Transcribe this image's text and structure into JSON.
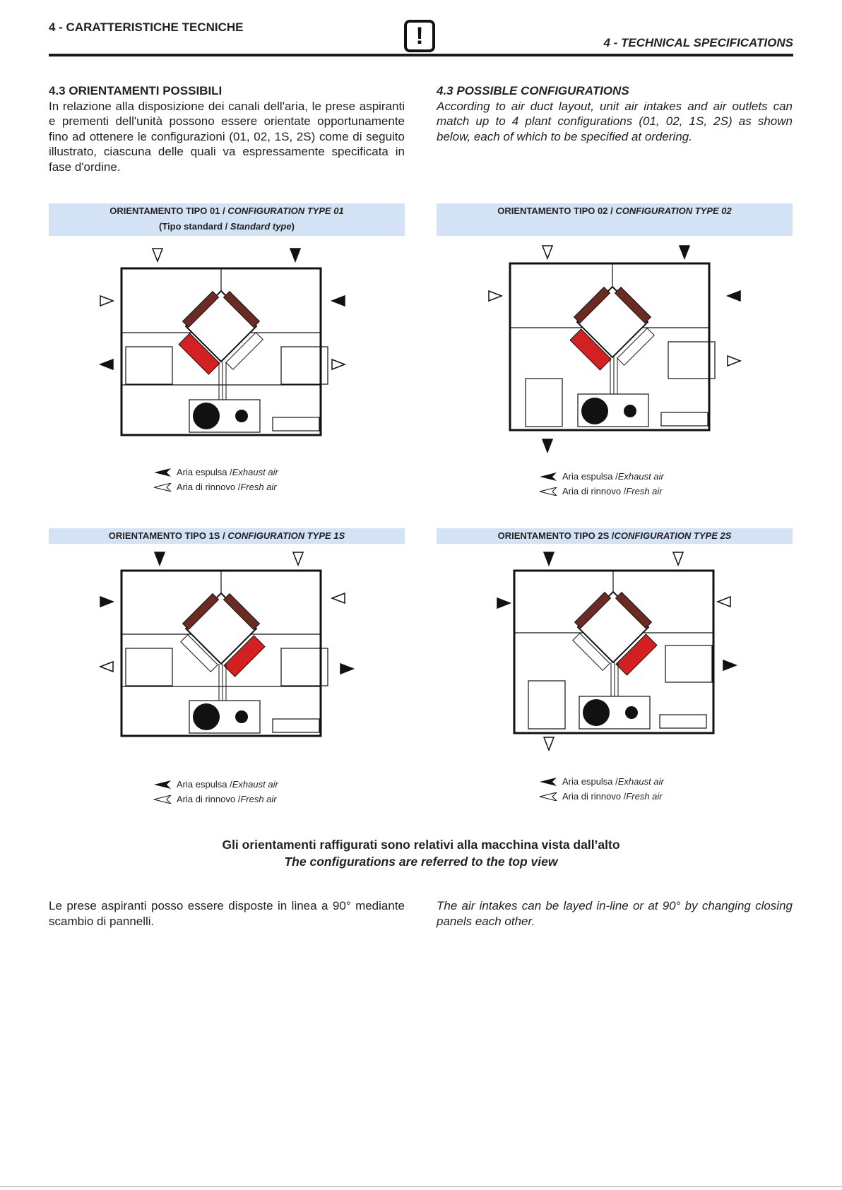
{
  "header": {
    "left": "4 - CARATTERISTICHE TECNICHE",
    "right": "4 - TECHNICAL SPECIFICATIONS",
    "warning_icon": "exclamation-icon"
  },
  "intro": {
    "it_title": "4.3 ORIENTAMENTI POSSIBILI",
    "it_body": "In relazione alla disposizione dei canali dell'aria, le prese aspiranti e prementi dell'unità possono essere orientate opportunamente fino ad ottenere le configurazioni (01, 02, 1S, 2S) come di seguito illustrato, ciascuna delle quali va espressamente specificata in fase d'ordine.",
    "en_title": "4.3 POSSIBLE CONFIGURATIONS",
    "en_body": "According to air duct layout, unit air intakes and air outlets can match up to 4 plant configurations (01, 02, 1S, 2S) as shown below, each of which to be specified at ordering."
  },
  "configs": [
    {
      "it": "ORIENTAMENTO TIPO 01 / ",
      "en": "CONFIGURATION TYPE 01",
      "sub_it": "(Tipo standard / ",
      "sub_en": "Standard type",
      "sub_close": ")"
    },
    {
      "it": "ORIENTAMENTO TIPO 02 / ",
      "en": "CONFIGURATION TYPE 02"
    },
    {
      "it": "ORIENTAMENTO TIPO 1S / ",
      "en": "CONFIGURATION TYPE 1S"
    },
    {
      "it": "ORIENTAMENTO TIPO 2S /",
      "en": "CONFIGURATION TYPE 2S"
    }
  ],
  "legend": {
    "exhaust_it": "Aria espulsa / ",
    "exhaust_en": "Exhaust air",
    "fresh_it": "Aria di rinnovo / ",
    "fresh_en": "Fresh air"
  },
  "caption": {
    "it": "Gli orientamenti raffigurati sono relativi alla macchina vista dall’alto",
    "en": "The configurations are referred to the top view"
  },
  "footer_text": {
    "it": "Le prese aspiranti posso essere disposte in linea a 90° mediante scambio di pannelli.",
    "en": "The air intakes can be layed in-line or at 90° by changing closing panels each other."
  },
  "colors": {
    "header_band": "#d4e2f6",
    "exchanger_red": "#d42020",
    "filter_brown": "#6b2a22"
  }
}
